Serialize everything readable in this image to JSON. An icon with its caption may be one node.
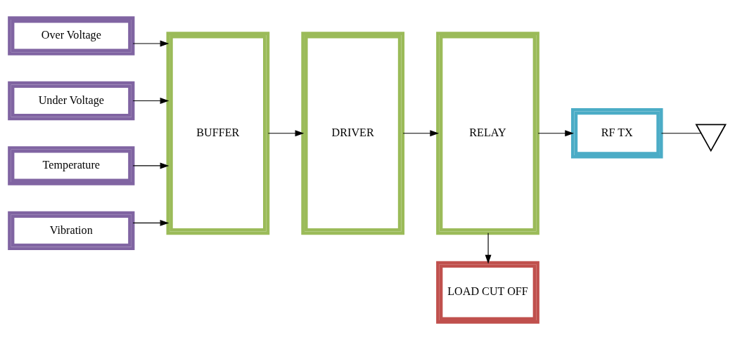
{
  "diagram": {
    "nodes": [
      {
        "text": [
          "Over Voltage"
        ]
      },
      {
        "text": [
          "Under Voltage"
        ]
      },
      {
        "text": [
          "Temperature"
        ]
      },
      {
        "text": [
          "Vibration"
        ]
      },
      {
        "text": [
          "BUFFER"
        ]
      },
      {
        "text": [
          "DRIVER"
        ]
      },
      {
        "text": [
          "RELAY"
        ]
      },
      {
        "text": [
          "RF TX"
        ]
      },
      {
        "text": [
          "LOAD CUT OFF"
        ]
      },
      {
        "text": [],
        "shape": "antenna"
      }
    ],
    "edges": [
      {
        "from": 0,
        "to": 4,
        "arrow": "to"
      },
      {
        "from": 1,
        "to": 4,
        "arrow": "to"
      },
      {
        "from": 2,
        "to": 4,
        "arrow": "to"
      },
      {
        "from": 3,
        "to": 4,
        "arrow": "to"
      },
      {
        "from": 4,
        "to": 5,
        "arrow": "to"
      },
      {
        "from": 5,
        "to": 6,
        "arrow": "to"
      },
      {
        "from": 6,
        "to": 7,
        "arrow": "to"
      },
      {
        "from": 6,
        "to": 8,
        "arrow": "to"
      },
      {
        "from": 7,
        "to": 9,
        "arrow": "none"
      }
    ]
  }
}
